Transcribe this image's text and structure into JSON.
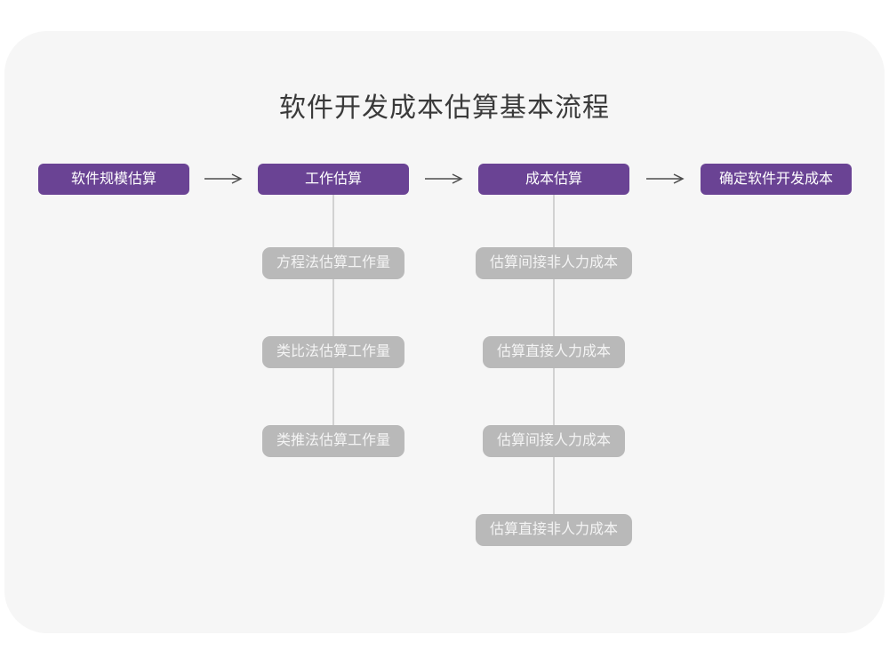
{
  "title": "软件开发成本估算基本流程",
  "colors": {
    "purple": "#6a4394",
    "gray_box": "#b9b9b9",
    "box_text": "#ffffff",
    "gray_box_text": "#f4f4f4",
    "arrow": "#4d4d4d",
    "connector": "#d2d2d2",
    "title": "#3a3a3a",
    "card_bg": "#f6f6f6",
    "page_bg": "#ffffff"
  },
  "flow": {
    "stages": [
      {
        "label": "软件规模估算"
      },
      {
        "label": "工作估算"
      },
      {
        "label": "成本估算"
      },
      {
        "label": "确定软件开发成本"
      }
    ]
  },
  "columns": [
    {
      "parent": "工作估算",
      "steps": [
        "方程法估算工作量",
        "类比法估算工作量",
        "类推法估算工作量"
      ]
    },
    {
      "parent": "成本估算",
      "steps": [
        "估算间接非人力成本",
        "估算直接人力成本",
        "估算间接人力成本",
        "估算直接非人力成本"
      ]
    }
  ]
}
